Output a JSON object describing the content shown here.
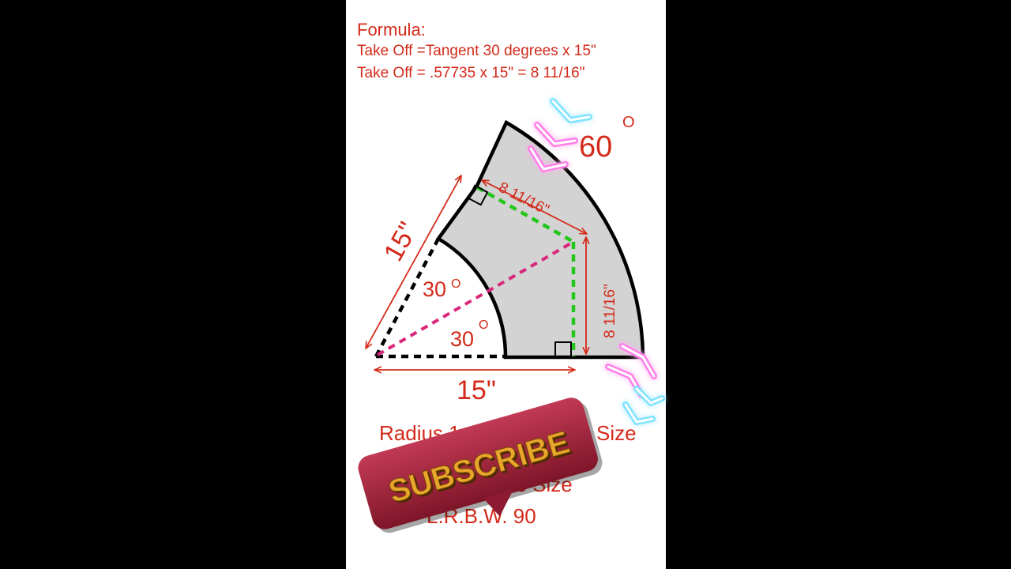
{
  "formula": {
    "title": "Formula:",
    "line1": "Take Off =Tangent 30 degrees x 15\"",
    "line2": "Take Off = .57735 x 15\" = 8 11/16\""
  },
  "diagram": {
    "angle_label": "60",
    "angle_unit": "O",
    "top_dimension": "8 11/16\"",
    "right_dimension": "8 11/16\"",
    "side_radius": "15\"",
    "bottom_radius": "15\"",
    "angle_upper": "30",
    "angle_lower": "30",
    "angle_sup": "O"
  },
  "caption": {
    "line1": "Radius 1",
    "line1_end": "Size",
    "line2": "pe Size",
    "line3": "L.R.B.W. 90"
  },
  "overlay": {
    "subscribe_label": "SUBSCRIBE"
  },
  "colors": {
    "text_red": "#d32a1a",
    "fitting_fill": "#d3d3d3",
    "green_dash": "#22c71a",
    "pink_dash": "#d8287c",
    "neon_pink": "#ff7fe8",
    "neon_cyan": "#7fe3ff",
    "subscribe_bg": "#a3243d",
    "subscribe_text": "#e8a72c"
  }
}
